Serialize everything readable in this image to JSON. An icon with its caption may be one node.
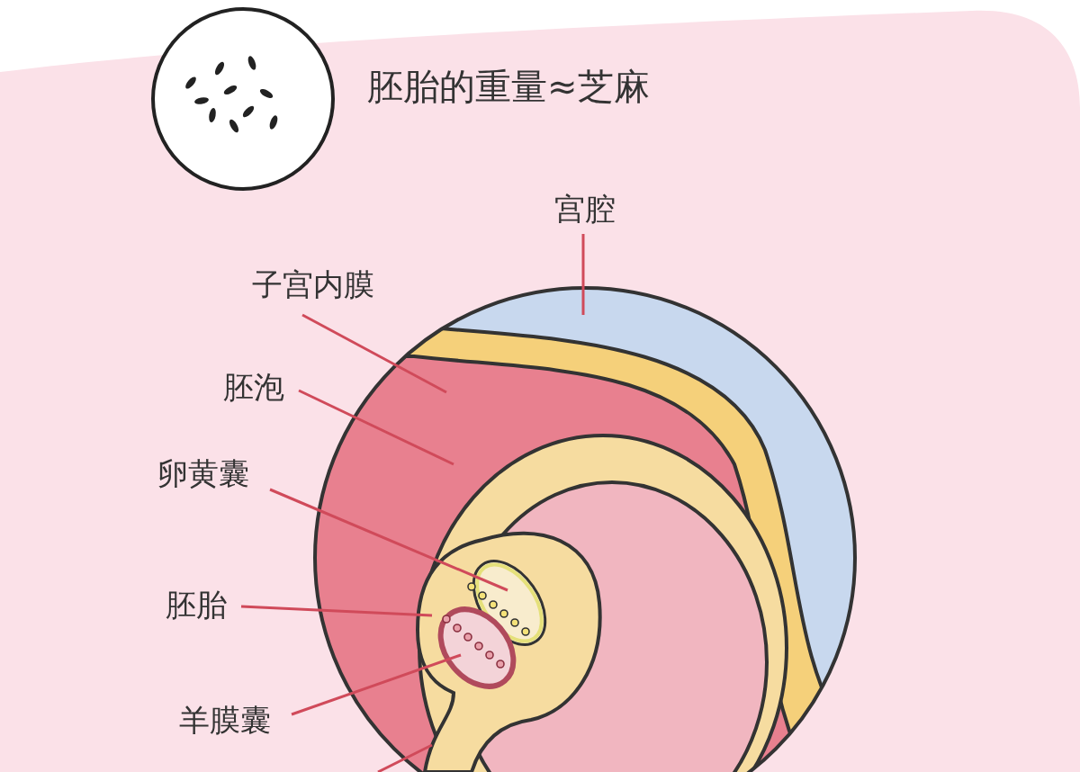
{
  "diagram": {
    "title": "胚胎的重量≈芝麻",
    "nodes": [
      {
        "text": [
          "宫腔"
        ]
      },
      {
        "text": [
          "子宫内膜"
        ]
      },
      {
        "text": [
          "胚泡"
        ]
      },
      {
        "text": [
          "卵黄囊"
        ]
      },
      {
        "text": [
          "胚胎"
        ]
      },
      {
        "text": [
          "羊膜囊"
        ]
      }
    ],
    "edges": [
      {
        "from": 0,
        "to": null,
        "arrow": "none"
      },
      {
        "from": 1,
        "to": null,
        "arrow": "none"
      },
      {
        "from": 2,
        "to": null,
        "arrow": "none"
      },
      {
        "from": 3,
        "to": null,
        "arrow": "none"
      },
      {
        "from": 4,
        "to": null,
        "arrow": "none"
      },
      {
        "from": 5,
        "to": null,
        "arrow": "none"
      }
    ]
  }
}
